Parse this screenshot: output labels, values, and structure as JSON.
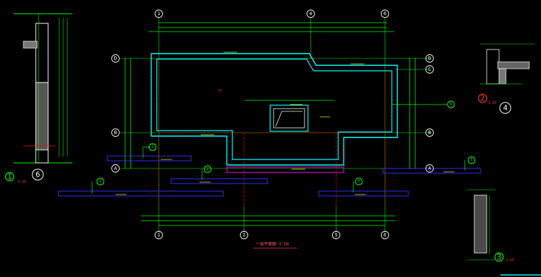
{
  "drawing": {
    "title": "一层平面图 1:50",
    "grid_axes_top": [
      "1",
      "4",
      "6"
    ],
    "grid_axes_bottom": [
      "1",
      "2",
      "5",
      "6"
    ],
    "grid_axes_left": [
      "D",
      "B",
      "A"
    ],
    "grid_axes_right": [
      "D",
      "C",
      "B",
      "A"
    ],
    "sections": [
      {
        "number": "1",
        "axis": "6",
        "scale": "1:25"
      },
      {
        "number": "2",
        "axis": "4",
        "scale": "1:25"
      },
      {
        "number": "3",
        "scale": "1:25"
      }
    ],
    "callouts": [
      "1",
      "2",
      "3",
      "4",
      "5",
      "6"
    ],
    "room_label": "厅",
    "colors": {
      "background": "#000000",
      "wall_outline": "#00ffff",
      "dimension_lines": "#00ff00",
      "grid_lines": "#ff0000",
      "annotations": "#ffffff",
      "level_tags": "#ffff00",
      "title": "#ff4040",
      "lines_blue": "#0000ff",
      "magenta": "#ff00ff"
    }
  }
}
